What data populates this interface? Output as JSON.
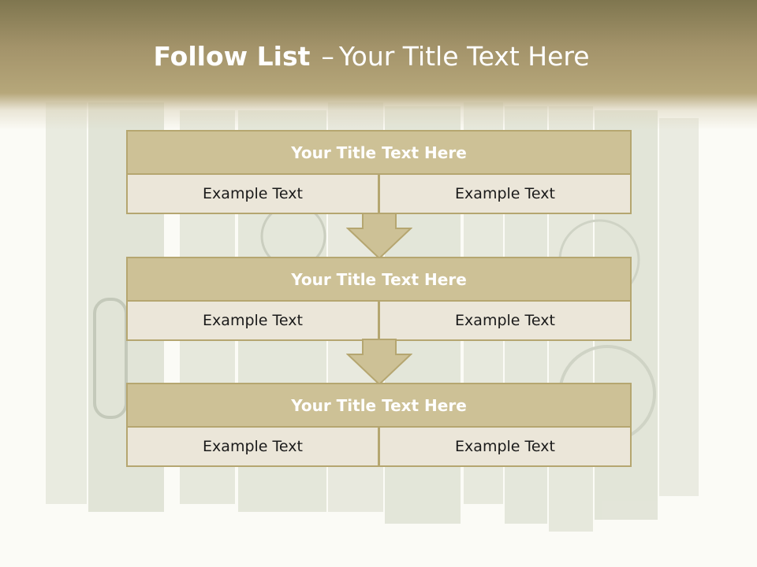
{
  "header": {
    "title_bold": "Follow List",
    "title_dash": "–",
    "title_rest": "Your Title Text Here"
  },
  "blocks": [
    {
      "title": "Your Title Text Here",
      "left_text": "Example Text",
      "right_text": "Example Text"
    },
    {
      "title": "Your Title Text Here",
      "left_text": "Example Text",
      "right_text": "Example Text"
    },
    {
      "title": "Your Title Text Here",
      "left_text": "Example Text",
      "right_text": "Example Text"
    }
  ],
  "colors": {
    "header_top": "#7f764f",
    "header_bottom": "#b6a77a",
    "title_fill": "#cdc196",
    "border": "#b5a670",
    "cell_fill": "#ebe6d9",
    "arrow_fill": "#cdc196"
  }
}
